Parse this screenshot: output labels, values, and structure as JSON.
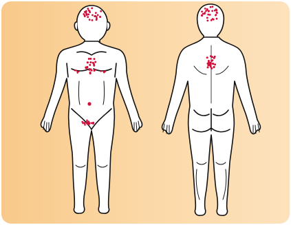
{
  "diagram": {
    "figures": [
      {
        "view": "front",
        "marks": [
          "scalp",
          "chest",
          "navel",
          "pubic"
        ]
      },
      {
        "view": "back",
        "marks": [
          "scalp",
          "upper-back"
        ]
      }
    ],
    "colors": {
      "background_left": "#f8c98a",
      "background_right": "#fde2bd",
      "body_fill": "#ffffff",
      "outline": "#111111",
      "lesion": "#d0103a"
    }
  }
}
